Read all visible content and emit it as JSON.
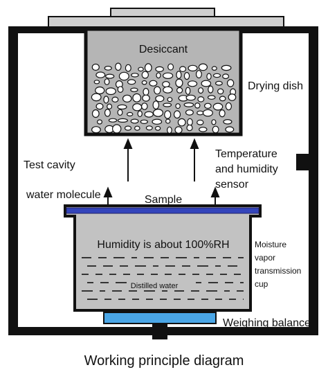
{
  "labels": {
    "desiccant": "Desiccant",
    "drying_dish": "Drying dish",
    "test_cavity": "Test cavity",
    "temperature_sensor": "Temperature and humidity sensor",
    "water_molecule": "water molecule",
    "sample": "Sample",
    "humidity": "Humidity is about 100%RH",
    "distilled_water": "Distilled water",
    "cup_lines": [
      "Moisture",
      "vapor",
      "transmission",
      "cup"
    ],
    "weighing_balance": "Weighing balance"
  },
  "caption": "Working principle diagram",
  "colors": {
    "frame": "#111111",
    "dish_fill": "#b5b5b5",
    "cup_fill": "#c2c2c2",
    "sample_film": "#3344bb",
    "balance_plate": "#4aa6e6",
    "lid": "#cfcfcf"
  }
}
